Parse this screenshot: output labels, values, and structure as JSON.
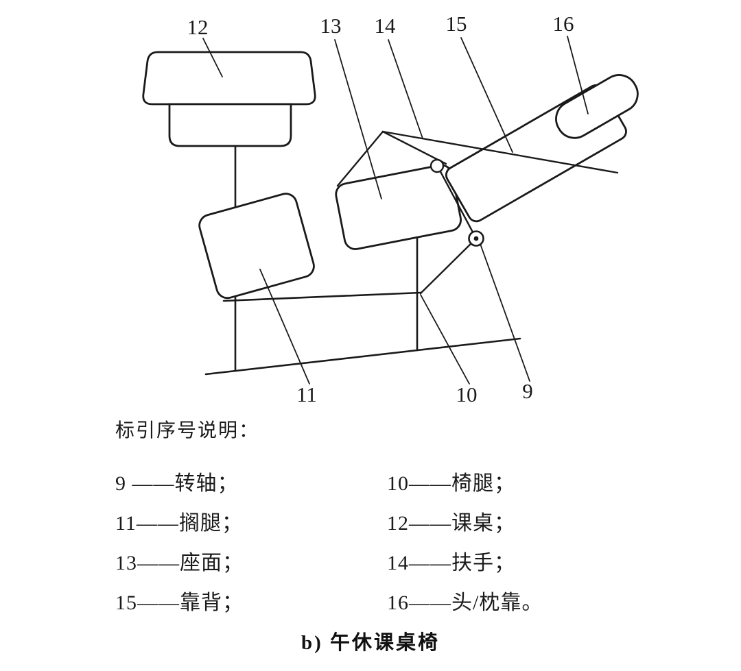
{
  "figure": {
    "part_labels": {
      "9": "9",
      "10": "10",
      "11": "11",
      "12": "12",
      "13": "13",
      "14": "14",
      "15": "15",
      "16": "16"
    }
  },
  "legend": {
    "title": "标引序号说明：",
    "rows": [
      [
        "9 ——转轴；",
        "10——椅腿；"
      ],
      [
        "11——搁腿；",
        "12——课桌；"
      ],
      [
        "13——座面；",
        "14——扶手；"
      ],
      [
        "15——靠背；",
        "16——头/枕靠。"
      ]
    ]
  },
  "caption": "b)  午休课桌椅"
}
